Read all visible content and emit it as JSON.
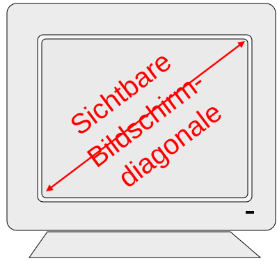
{
  "diagram": {
    "label_lines": [
      "Sichtbare",
      "Bildschirm-",
      "diagonale"
    ],
    "colors": {
      "label": "#ff0000",
      "arrow": "#ff0000",
      "outline": "#000000",
      "monitor_fill": "#ececec",
      "screen_fill": "#eaeaea",
      "screen_bevel": "#f7f7f7",
      "power_led": "#000000"
    },
    "icons": [
      "double-headed-arrow",
      "power-indicator"
    ]
  }
}
